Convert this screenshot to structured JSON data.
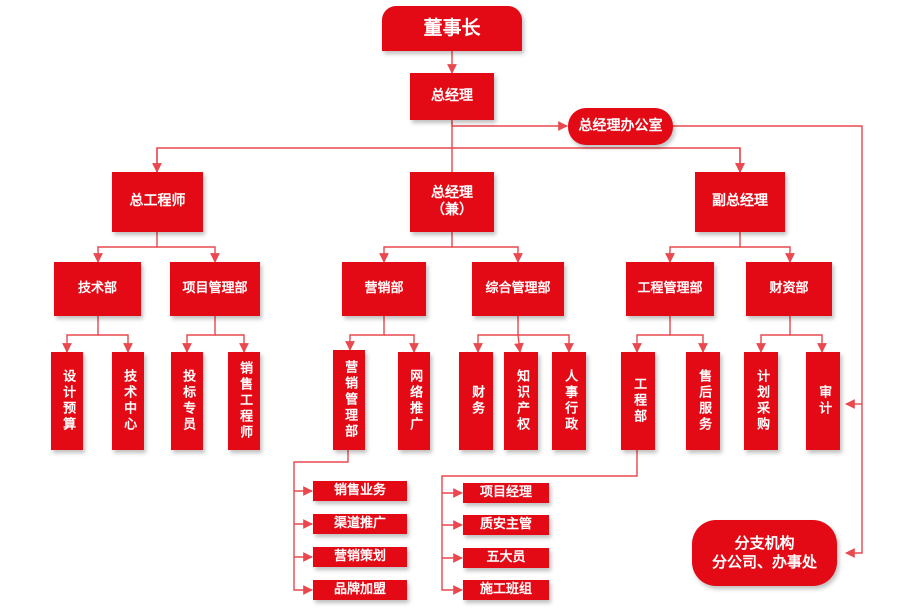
{
  "chairman": "董事长",
  "general_manager": "总经理",
  "gm_office": "总经理办公室",
  "chief_engineer": "总工程师",
  "gm_concurrent": {
    "line1": "总经理",
    "line2": "（兼）"
  },
  "deputy_gm": "副总经理",
  "departments": {
    "tech": "技术部",
    "project_mgmt": "项目管理部",
    "marketing": "营销部",
    "general_mgmt": "综合管理部",
    "engineering_mgmt": "工程管理部",
    "finance_assets": "财资部"
  },
  "units": {
    "design_budget": "设计预算",
    "tech_center": "技术中心",
    "bid_specialist": "投标专员",
    "sales_engineer": "销售工程师",
    "marketing_mgmt": "营销管理部",
    "online_promo": "网络推广",
    "finance": "财务",
    "ip": "知识产权",
    "hr_admin": "人事行政",
    "engineering": "工程部",
    "after_sales": "售后服务",
    "planning_purchase": "计划采购",
    "audit": "审计"
  },
  "marketing_items": [
    "销售业务",
    "渠道推广",
    "营销策划",
    "品牌加盟"
  ],
  "engineering_items": [
    "项目经理",
    "质安主管",
    "五大员",
    "施工班组"
  ],
  "branch": {
    "line1": "分支机构",
    "line2": "分公司、办事处"
  },
  "colors": {
    "primary": "#e30a16",
    "line": "#e8484e"
  }
}
